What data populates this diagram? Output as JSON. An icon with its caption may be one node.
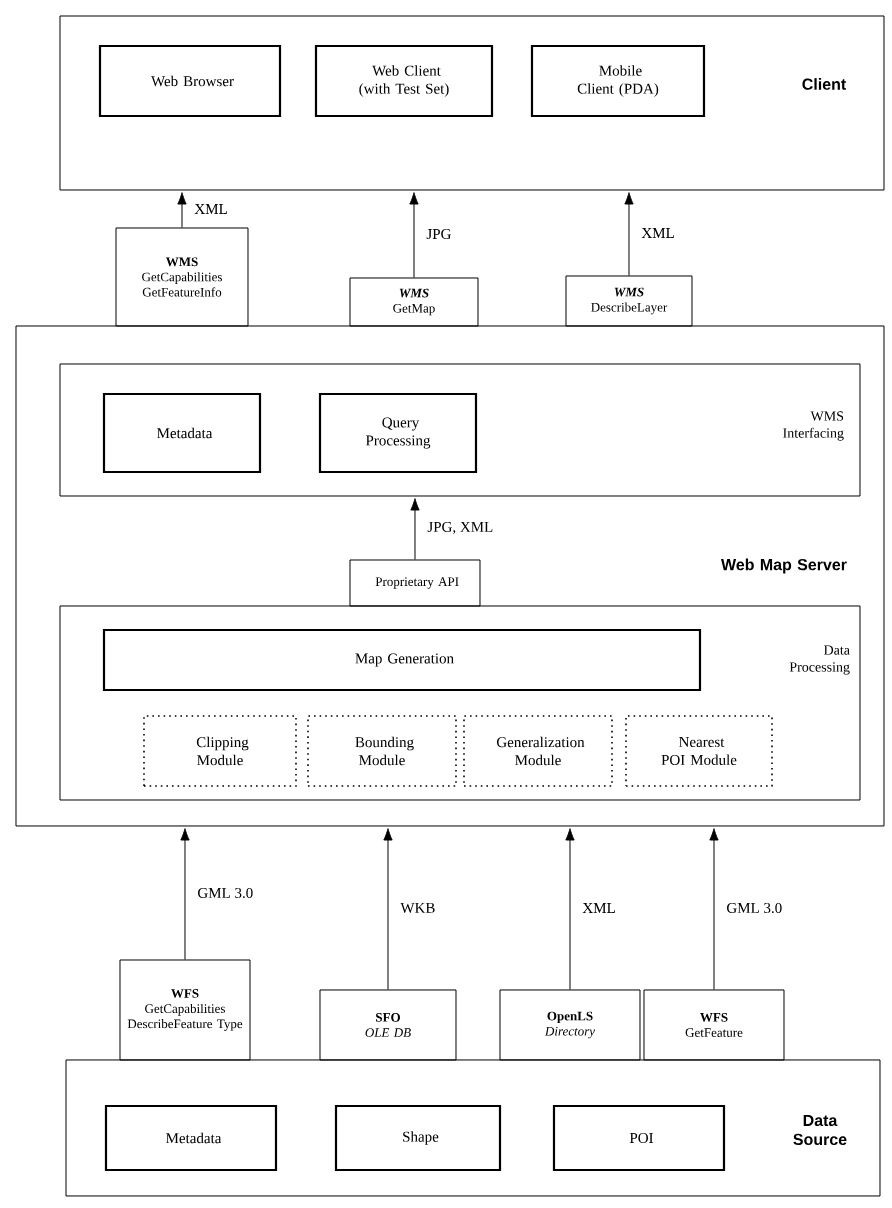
{
  "diagram": {
    "nodes": [
      {
        "text": [
          "Client"
        ]
      },
      {
        "text": [
          "Web Browser"
        ],
        "in": 0
      },
      {
        "text": [
          "Web Client (with Test Set)"
        ],
        "in": 0
      },
      {
        "text": [
          "Mobile Client (PDA)"
        ],
        "in": 0
      },
      {
        "text": [
          "WMS",
          "GetCapabilities GetFeatureInfo"
        ]
      },
      {
        "text": [
          "WMS",
          "GetMap"
        ]
      },
      {
        "text": [
          "WMS",
          "DescribeLayer"
        ]
      },
      {
        "text": [
          "Web Map Server"
        ]
      },
      {
        "text": [
          "WMS Interfacing"
        ],
        "in": 7
      },
      {
        "text": [
          "Metadata"
        ],
        "in": 8
      },
      {
        "text": [
          "Query Processing"
        ],
        "in": 8
      },
      {
        "text": [
          "Proprietary API"
        ],
        "in": 7
      },
      {
        "text": [
          "Data Processing"
        ],
        "in": 7
      },
      {
        "text": [
          "Map Generation"
        ],
        "in": 12
      },
      {
        "text": [
          "Clipping Module"
        ],
        "in": 12
      },
      {
        "text": [
          "Bounding Module"
        ],
        "in": 12
      },
      {
        "text": [
          "Generalization Module"
        ],
        "in": 12
      },
      {
        "text": [
          "Nearest POI Module"
        ],
        "in": 12
      },
      {
        "text": [
          "WFS",
          "GetCapabilities DescribeFeature Type"
        ]
      },
      {
        "text": [
          "SFO",
          "OLE DB"
        ]
      },
      {
        "text": [
          "OpenLS",
          "Directory"
        ]
      },
      {
        "text": [
          "WFS",
          "GetFeature"
        ]
      },
      {
        "text": [
          "Data Source"
        ]
      },
      {
        "text": [
          "Metadata"
        ],
        "in": 22
      },
      {
        "text": [
          "Shape"
        ],
        "in": 22
      },
      {
        "text": [
          "POI"
        ],
        "in": 22
      }
    ],
    "edges": [
      {
        "from": 4,
        "to": 0,
        "arrow": "to",
        "label": "XML"
      },
      {
        "from": 5,
        "to": 0,
        "arrow": "to",
        "label": "JPG"
      },
      {
        "from": 6,
        "to": 0,
        "arrow": "to",
        "label": "XML"
      },
      {
        "from": 11,
        "to": 8,
        "arrow": "to",
        "label": "JPG, XML"
      },
      {
        "from": 18,
        "to": 7,
        "arrow": "to",
        "label": "GML 3.0"
      },
      {
        "from": 19,
        "to": 7,
        "arrow": "to",
        "label": "WKB"
      },
      {
        "from": 20,
        "to": 7,
        "arrow": "to",
        "label": "XML"
      },
      {
        "from": 21,
        "to": 7,
        "arrow": "to",
        "label": "GML 3.0"
      }
    ]
  }
}
